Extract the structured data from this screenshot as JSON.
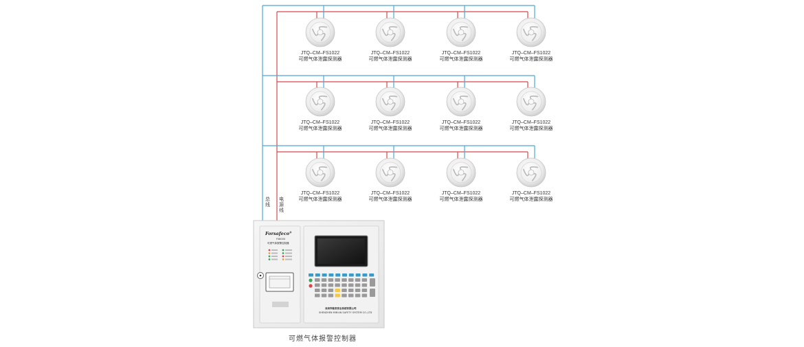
{
  "detector": {
    "model": "JTQ–CM–FS1022",
    "name": "可燃气体泄露探测器",
    "rows": 3,
    "columns": 4
  },
  "wires": {
    "bus_label": "总线",
    "power_label": "电源线",
    "bus_color": "#4aa8d8",
    "power_color": "#d9454a"
  },
  "controller": {
    "brand": "Forsafeco",
    "brand_mark": "®",
    "model_small": "FS6000",
    "subtitle": "可燃气体报警控制器",
    "company": "深圳市敏安安全系统有限公司",
    "company_en": "SHENZHEN MIN'AN SAFETY SYSTEM CO.,LTD",
    "caption": "可燃气体报警控制器"
  }
}
